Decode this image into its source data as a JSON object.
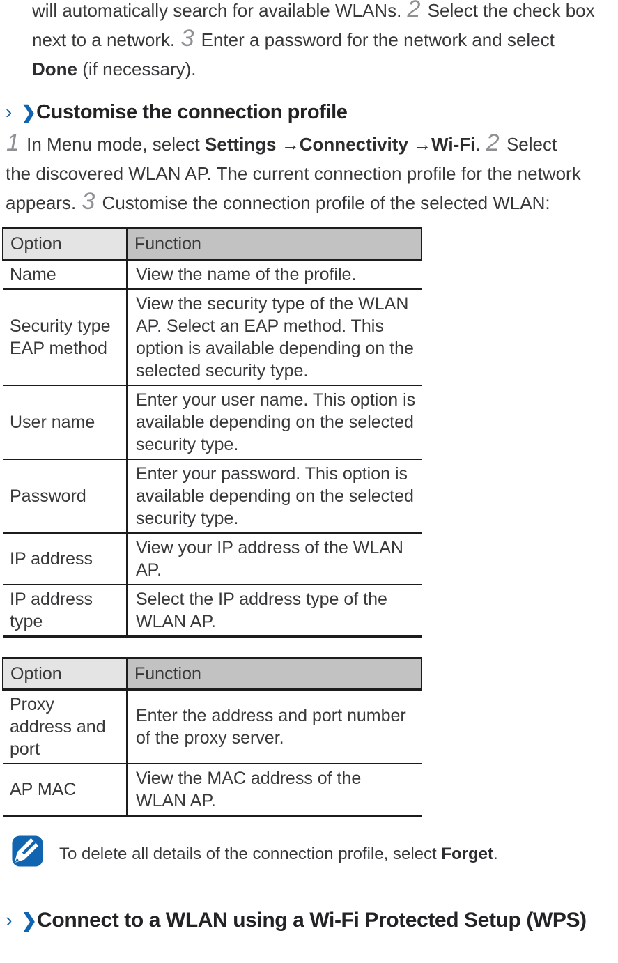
{
  "colors": {
    "accent_blue": "#1165b0",
    "step_number_gray": "#8e9093",
    "table_header_option_bg": "#e4e4e4",
    "table_header_function_bg": "#c2c2c2",
    "body_text": "#38383a",
    "table_border": "#1c1c1c"
  },
  "intro": {
    "seg1": "will automatically search for available WLANs. ",
    "step2": "2",
    "seg2": " Select the check box next to a network. ",
    "step3": "3",
    "seg3": " Enter a password for the network and select ",
    "done": "Done",
    "seg4": " (if necessary)."
  },
  "section1": {
    "marker": "›",
    "chevron": "❯",
    "title": "Customise the connection profile"
  },
  "steps1": {
    "step1": "1",
    "seg1": " In Menu mode, select ",
    "settings": "Settings",
    "arrow1": " →",
    "connectivity": "Connectivity",
    "arrow2": " →",
    "wifi": "Wi-Fi",
    "seg2": ". ",
    "step2": "2",
    "seg3": " Select the discovered WLAN AP. The current connection profile for the network appears. ",
    "step3": "3",
    "seg4": " Customise the connection profile of the selected WLAN:"
  },
  "table1": {
    "headers": {
      "option": "Option",
      "function": "Function"
    },
    "rows": [
      {
        "option": "Name",
        "function": "View the name of the profile."
      },
      {
        "option": "Security type EAP method",
        "function": "View the security type of the WLAN AP. Select an EAP method. This option is available depending on the selected security type."
      },
      {
        "option": "User name",
        "function": "Enter your user name. This option is available depending on the selected security type."
      },
      {
        "option": "Password",
        "function": "Enter your password. This option is available depending on the selected security type."
      },
      {
        "option": "IP address",
        "function": "View your IP address of the WLAN AP."
      },
      {
        "option": "IP address type",
        "function": "Select the IP address type of the WLAN AP."
      }
    ]
  },
  "table2": {
    "headers": {
      "option": "Option",
      "function": "Function"
    },
    "rows": [
      {
        "option": "Proxy address and port",
        "function": "Enter the address and port number of the proxy server."
      },
      {
        "option": "AP MAC",
        "function": "View the MAC address of the WLAN AP."
      }
    ]
  },
  "note": {
    "seg1": "To delete all details of the connection profile, select ",
    "forget": "Forget",
    "seg2": "."
  },
  "section2": {
    "marker": "›",
    "chevron": "❯",
    "title": "Connect to a WLAN using a Wi-Fi Protected Setup (WPS)"
  }
}
